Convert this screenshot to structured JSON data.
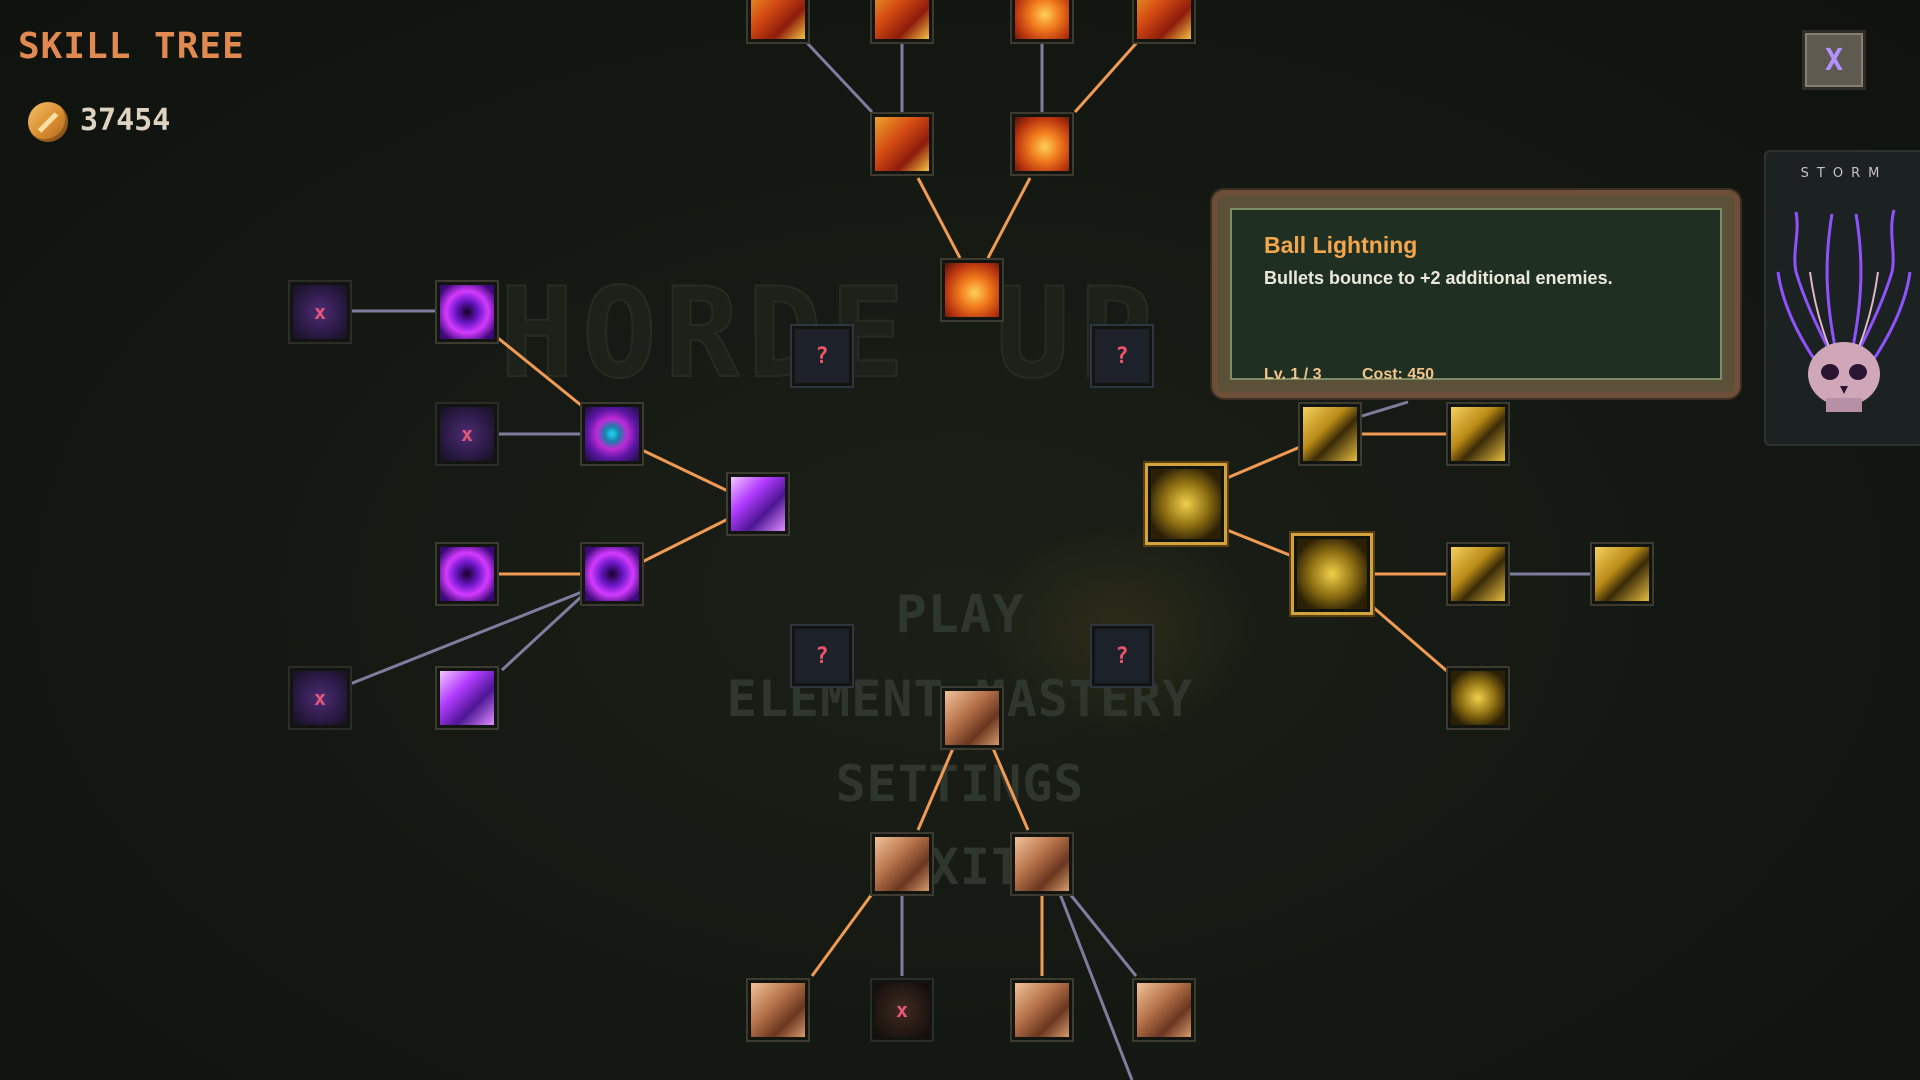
{
  "header": {
    "title": "SKILL TREE",
    "currency_icon": "coin-icon",
    "currency_amount": "37454",
    "close_label": "X"
  },
  "background_menu": {
    "title": "HORDE UP",
    "items": [
      "PLAY",
      "ELEMENT MASTERY",
      "SETTINGS",
      "EXIT"
    ]
  },
  "element_card": {
    "label": "STORM",
    "icon": "storm-skull-icon"
  },
  "tooltip": {
    "title": "Ball Lightning",
    "description": "Bullets bounce to +2 additional enemies.",
    "level": "Lv. 1 / 3",
    "cost": "Cost: 450"
  },
  "nodes": {
    "mystery_label": "?",
    "locked_label": "x"
  },
  "colors": {
    "fire_line": "#f09a53",
    "locked_line": "#7f7d9e",
    "title": "#e08a52",
    "tooltip_title": "#f3a64c"
  }
}
